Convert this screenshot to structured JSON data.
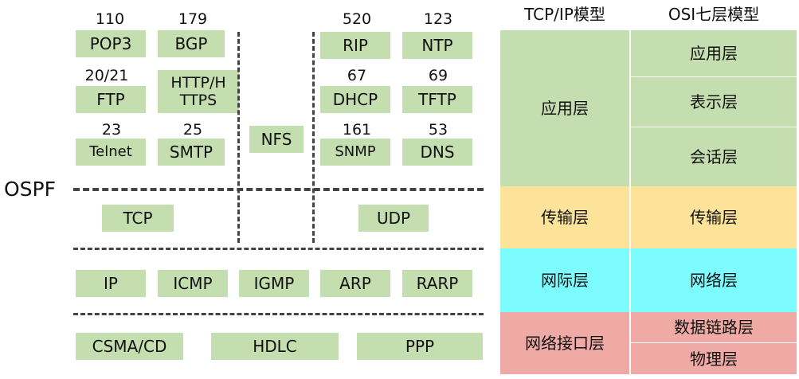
{
  "left": {
    "ospf_label": "OSPF",
    "app_protocols": [
      {
        "port": "110",
        "name": "POP3"
      },
      {
        "port": "179",
        "name": "BGP"
      },
      {
        "port": "520",
        "name": "RIP"
      },
      {
        "port": "123",
        "name": "NTP"
      },
      {
        "port": "20/21",
        "name": "FTP"
      },
      {
        "port": "",
        "name": "HTTP/H TTPS"
      },
      {
        "port": "67",
        "name": "DHCP"
      },
      {
        "port": "69",
        "name": "TFTP"
      },
      {
        "port": "23",
        "name": "Telnet"
      },
      {
        "port": "25",
        "name": "SMTP"
      },
      {
        "port": "161",
        "name": "SNMP"
      },
      {
        "port": "53",
        "name": "DNS"
      }
    ],
    "nfs": "NFS",
    "transport": {
      "tcp": "TCP",
      "udp": "UDP"
    },
    "network": [
      "IP",
      "ICMP",
      "IGMP",
      "ARP",
      "RARP"
    ],
    "link": [
      "CSMA/CD",
      "HDLC",
      "PPP"
    ]
  },
  "right": {
    "headers": {
      "tcpip": "TCP/IP模型",
      "osi": "OSI七层模型"
    },
    "tcpip_layers": [
      "应用层",
      "传输层",
      "网际层",
      "网络接口层"
    ],
    "osi_layers": [
      "应用层",
      "表示层",
      "会话层",
      "传输层",
      "网络层",
      "数据链路层",
      "物理层"
    ],
    "colors": {
      "app": "#c5deb0",
      "transport": "#fde29a",
      "network": "#7cfcff",
      "link": "#efaaa5"
    }
  }
}
